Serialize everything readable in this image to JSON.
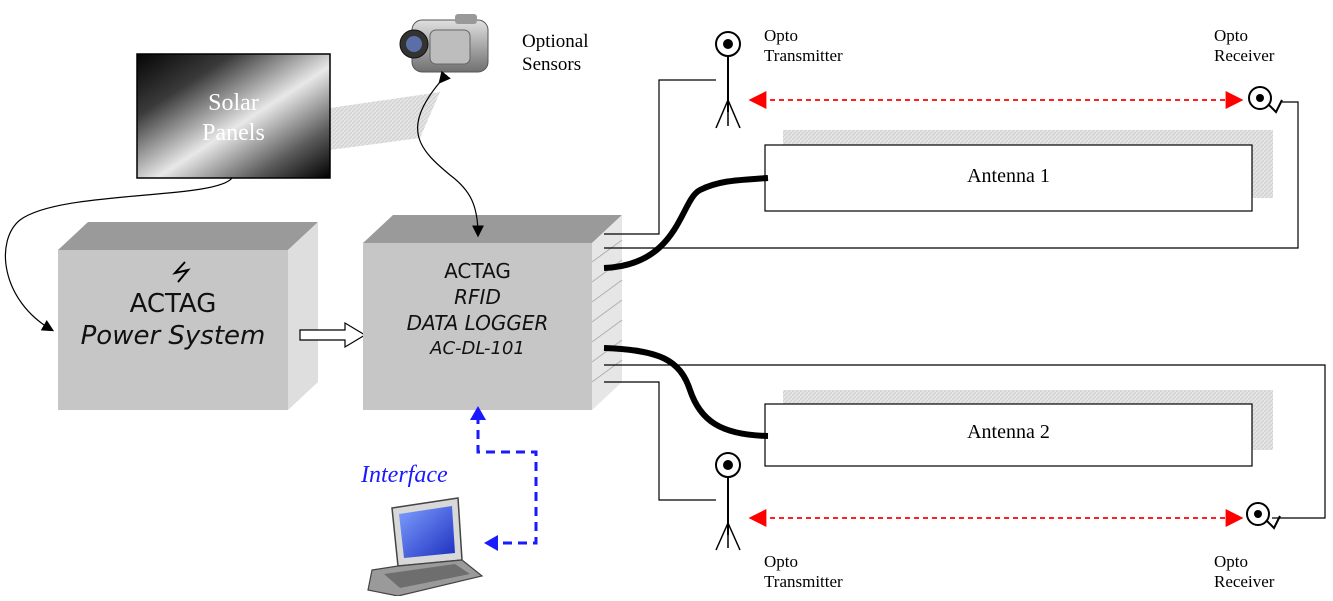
{
  "solar_panels": {
    "line1": "Solar",
    "line2": "Panels"
  },
  "optional_sensors": {
    "line1": "Optional",
    "line2": "Sensors"
  },
  "power_system": {
    "line1": "ACTAG",
    "line2": "Power System"
  },
  "data_logger": {
    "line1": "ACTAG",
    "line2": "RFID",
    "line3": "DATA LOGGER",
    "line4": "AC-DL-101"
  },
  "antenna1": {
    "label": "Antenna 1"
  },
  "antenna2": {
    "label": "Antenna 2"
  },
  "opto_tx_top": {
    "line1": "Opto",
    "line2": "Transmitter"
  },
  "opto_rx_top": {
    "line1": "Opto",
    "line2": "Receiver"
  },
  "opto_tx_bottom": {
    "line1": "Opto",
    "line2": "Transmitter"
  },
  "opto_rx_bottom": {
    "line1": "Opto",
    "line2": "Receiver"
  },
  "interface": {
    "label": "Interface"
  },
  "colors": {
    "laser": "#ff0000",
    "interface_link": "#1a1aff",
    "box_face": "#c8c8c8",
    "box_top": "#9a9a9a"
  }
}
